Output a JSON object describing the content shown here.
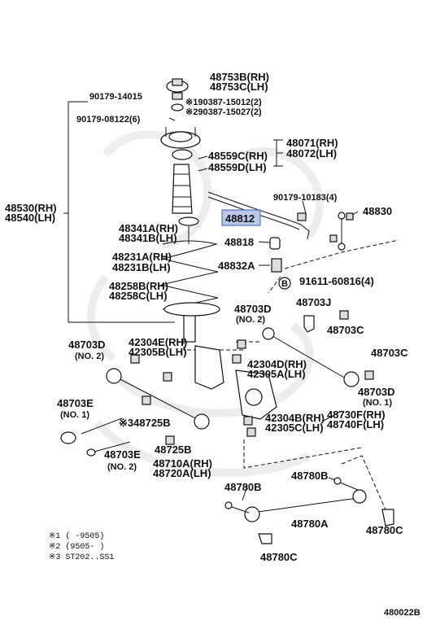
{
  "diagram_code": "480022B",
  "highlighted_part": "48812",
  "labels": {
    "l48753b": "48753B(RH)",
    "l48753c": "48753C(LH)",
    "l90179_14015": "90179-14015",
    "l90387_15012": "※190387-15012(2)",
    "l90387_15027": "※290387-15027(2)",
    "l90179_08122": "90179-08122(6)",
    "l48071": "48071(RH)",
    "l48072": "48072(LH)",
    "l48559c": "48559C(RH)",
    "l48559d": "48559D(LH)",
    "l48530": "48530(RH)",
    "l48540": "48540(LH)",
    "l90179_10183": "90179-10183(4)",
    "l48812": "48812",
    "l48830": "48830",
    "l48341a": "48341A(RH)",
    "l48341b": "48341B(LH)",
    "l48818": "48818",
    "l48231a": "48231A(RH)",
    "l48231b": "48231B(LH)",
    "l48832a": "48832A",
    "l91611_b": "B",
    "l91611": "91611-60816(4)",
    "l48258b": "48258B(RH)",
    "l48258c": "48258C(LH)",
    "l48703d_top": "48703D",
    "l48703d_top_no": "(NO. 2)",
    "l48703j": "48703J",
    "l48703c_mid": "48703C",
    "l48703d_left": "48703D",
    "l48703d_left_no": "(NO. 2)",
    "l42304e": "42304E(RH)",
    "l42305b": "42305B(LH)",
    "l42304d": "42304D(RH)",
    "l42305a": "42305A(LH)",
    "l48703c_right": "48703C",
    "l48703d_right": "48703D",
    "l48703d_right_no": "(NO. 1)",
    "l48703e_top": "48703E",
    "l48703e_top_no": "(NO. 1)",
    "l48725b_a": "※348725B",
    "l42304b": "42304B(RH)",
    "l42305c": "42305C(LH)",
    "l48730f": "48730F(RH)",
    "l48740f": "48740F(LH)",
    "l48703e_bot": "48703E",
    "l48703e_bot_no": "(NO. 2)",
    "l48725b_b": "48725B",
    "l48710a": "48710A(RH)",
    "l48720a": "48720A(LH)",
    "l48780b_a": "48780B",
    "l48780b_b": "48780B",
    "l48780a": "48780A",
    "l48780c_r": "48780C",
    "l48780c_b": "48780C"
  },
  "notes": [
    "※1 (      -9505)",
    "※2 (9505-      )",
    "※3 ST202..SS1"
  ]
}
